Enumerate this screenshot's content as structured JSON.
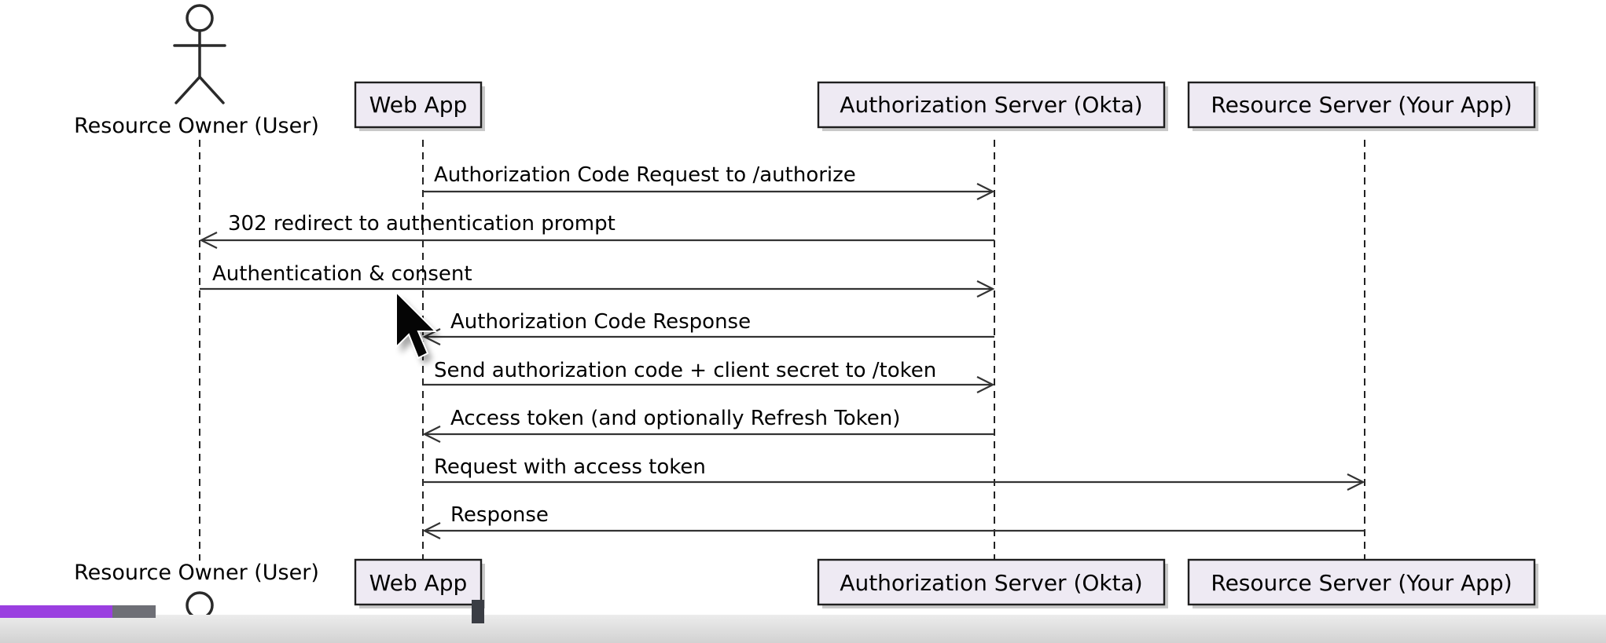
{
  "participants": [
    {
      "id": "user",
      "type": "actor",
      "label": "Resource Owner (User)"
    },
    {
      "id": "web",
      "type": "box",
      "label": "Web App"
    },
    {
      "id": "auth",
      "type": "box",
      "label": "Authorization Server (Okta)"
    },
    {
      "id": "res",
      "type": "box",
      "label": "Resource Server (Your App)"
    }
  ],
  "messages": [
    {
      "from": "web",
      "to": "auth",
      "label": "Authorization Code Request to /authorize"
    },
    {
      "from": "auth",
      "to": "user",
      "label": "302 redirect to authentication prompt"
    },
    {
      "from": "user",
      "to": "auth",
      "label": "Authentication & consent"
    },
    {
      "from": "auth",
      "to": "web",
      "label": "Authorization Code Response"
    },
    {
      "from": "web",
      "to": "auth",
      "label": "Send authorization code + client secret to /token"
    },
    {
      "from": "auth",
      "to": "web",
      "label": "Access token (and optionally Refresh Token)"
    },
    {
      "from": "web",
      "to": "res",
      "label": "Request with access token"
    },
    {
      "from": "res",
      "to": "web",
      "label": "Response"
    }
  ],
  "video": {
    "progress_fraction": 0.07,
    "buffered_fraction": 0.097
  },
  "colors": {
    "participant_fill": "#eeeaf3",
    "progress": "#9a3fe0",
    "buffer": "#6e6f76"
  }
}
